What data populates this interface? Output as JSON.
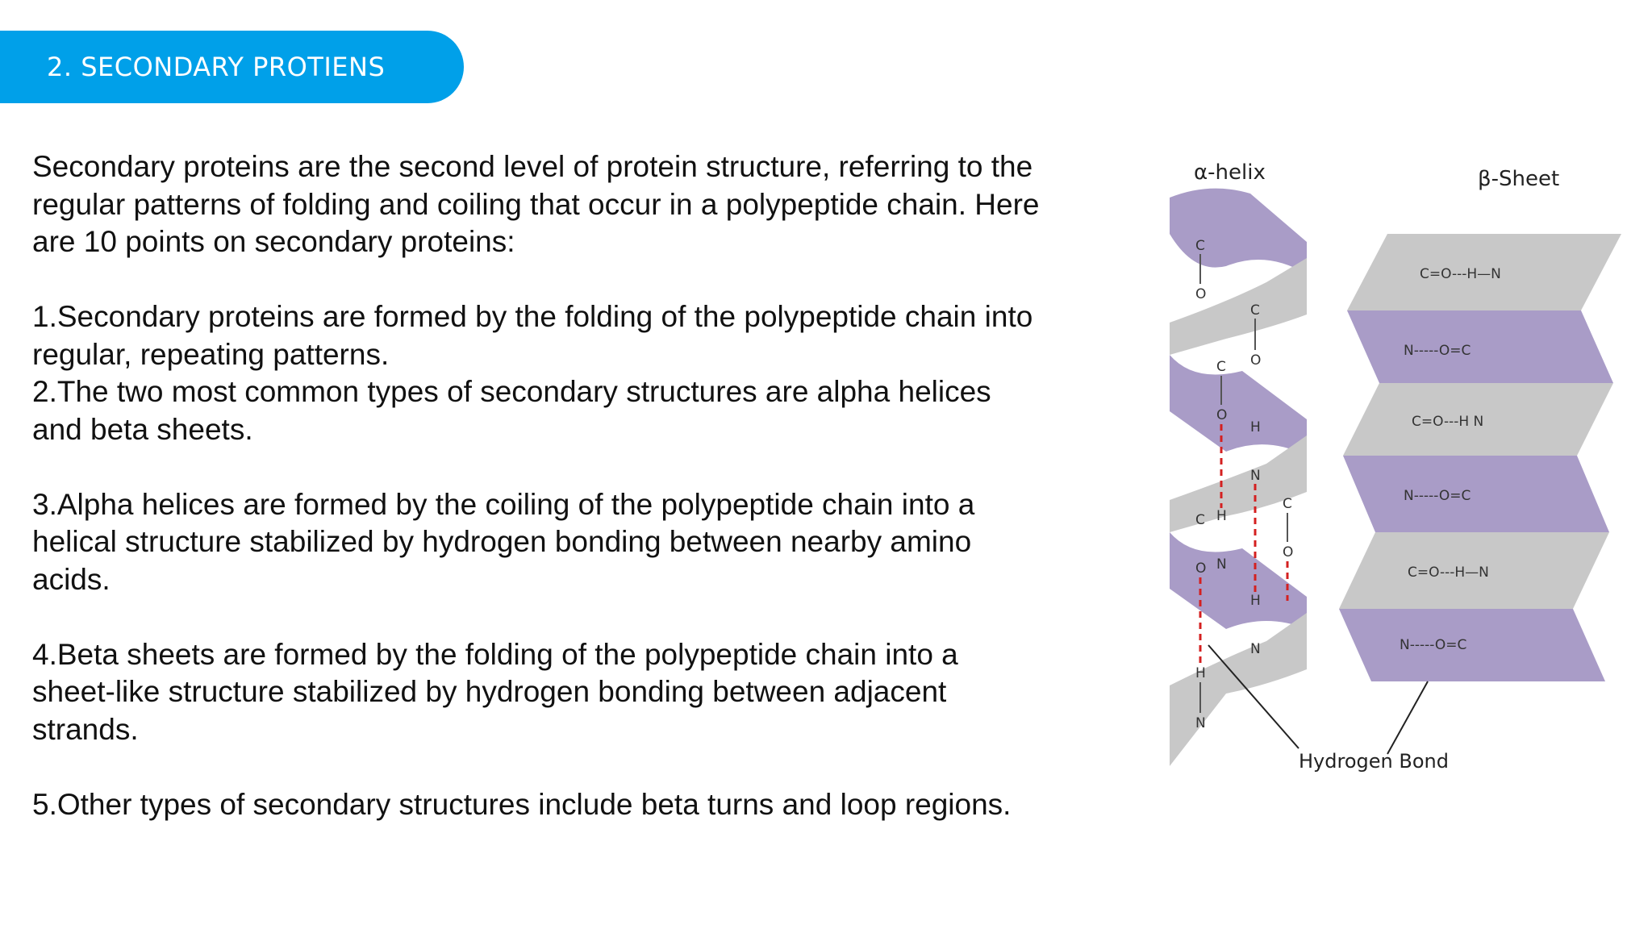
{
  "title": "2. SECONDARY PROTIENS",
  "intro": "Secondary proteins are the second level of protein structure, referring to the regular patterns of folding and coiling that occur in a polypeptide chain. Here are 10 points on secondary proteins:",
  "points": [
    "1.Secondary proteins are formed by the folding of the polypeptide chain into regular, repeating patterns.",
    "2.The two most common types of secondary structures are alpha helices and beta sheets.",
    "3.Alpha helices are formed by the coiling of the polypeptide chain into a helical structure stabilized by hydrogen bonding between nearby amino acids.",
    "4.Beta sheets are formed by the folding of the polypeptide chain into a sheet-like structure stabilized by hydrogen bonding between adjacent strands.",
    "5.Other types of secondary structures include beta turns and loop regions."
  ],
  "diagram": {
    "helix_label": "α-helix",
    "sheet_label": "β-Sheet",
    "bond_label": "Hydrogen Bond",
    "colors": {
      "purple": "#a99cc7",
      "gray": "#c8c8c8",
      "bond_red": "#d42020",
      "banner": "#00a0e9"
    },
    "sheet_rows": [
      "C=O---H—N",
      "N-----O=C",
      "C=O---H N",
      "N-----O=C",
      "C=O---H—N",
      "N-----O=C"
    ],
    "helix_atoms": [
      "C",
      "O",
      "C",
      "O",
      "C",
      "O",
      "H",
      "N",
      "C",
      "O",
      "H",
      "N",
      "C",
      "O",
      "H",
      "N",
      "H",
      "N"
    ]
  }
}
